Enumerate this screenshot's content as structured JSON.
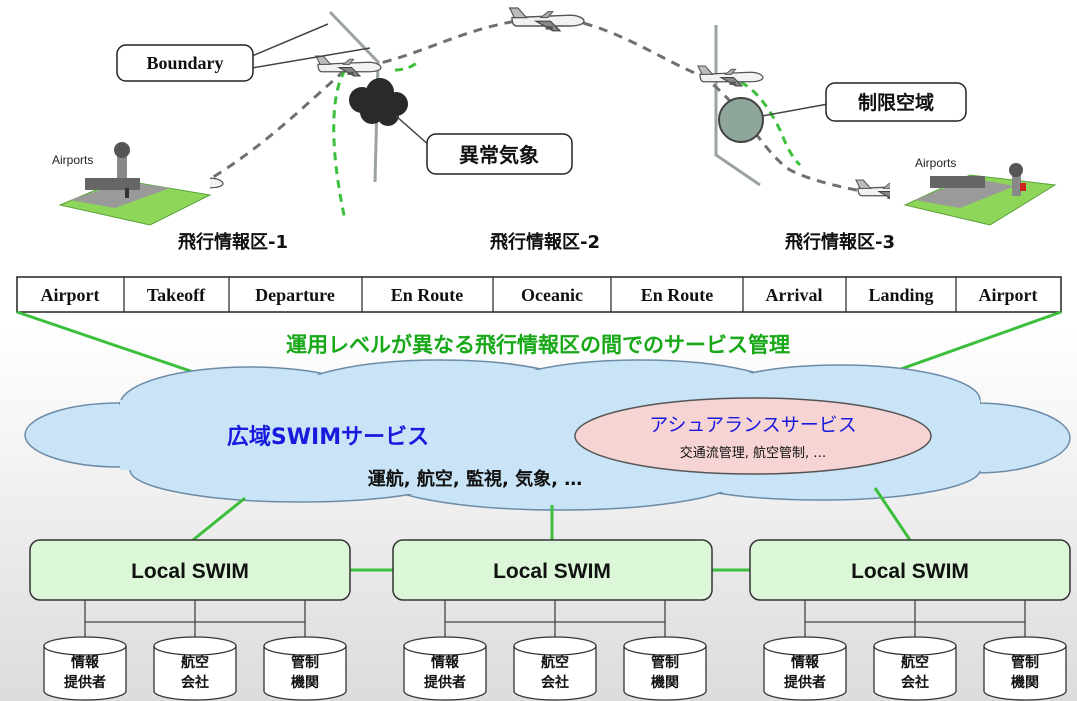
{
  "callouts": {
    "boundary": "Boundary",
    "abnormal_weather": "異常気象",
    "restricted_airspace": "制限空域"
  },
  "airports_left": "Airports",
  "airports_right": "Airports",
  "fir_labels": [
    "飛行情報区-1",
    "飛行情報区-2",
    "飛行情報区-3"
  ],
  "phases": [
    "Airport",
    "Takeoff",
    "Departure",
    "En Route",
    "Oceanic",
    "En Route",
    "Arrival",
    "Landing",
    "Airport"
  ],
  "service_management_caption": "運用レベルが異なる飛行情報区の間でのサービス管理",
  "wide_swim": {
    "title": "広域SWIMサービス",
    "subtitle": "運航, 航空, 監視, 気象, …"
  },
  "assurance": {
    "title": "アシュアランスサービス",
    "subtitle": "交通流管理, 航空管制, …"
  },
  "local_swim_label": "Local SWIM",
  "stakeholders": [
    [
      "情報",
      "提供者"
    ],
    [
      "航空",
      "会社"
    ],
    [
      "管制",
      "機関"
    ]
  ],
  "colors": {
    "green_line": "#3cbf3c",
    "local_box_fill": "#dcf7d8",
    "cloud_fill": "#c9e4f6",
    "assurance_fill": "#f7d4d4",
    "assurance_text": "#1a1adf",
    "wide_swim_text": "#1a1adf",
    "caption_text": "#18a818"
  }
}
